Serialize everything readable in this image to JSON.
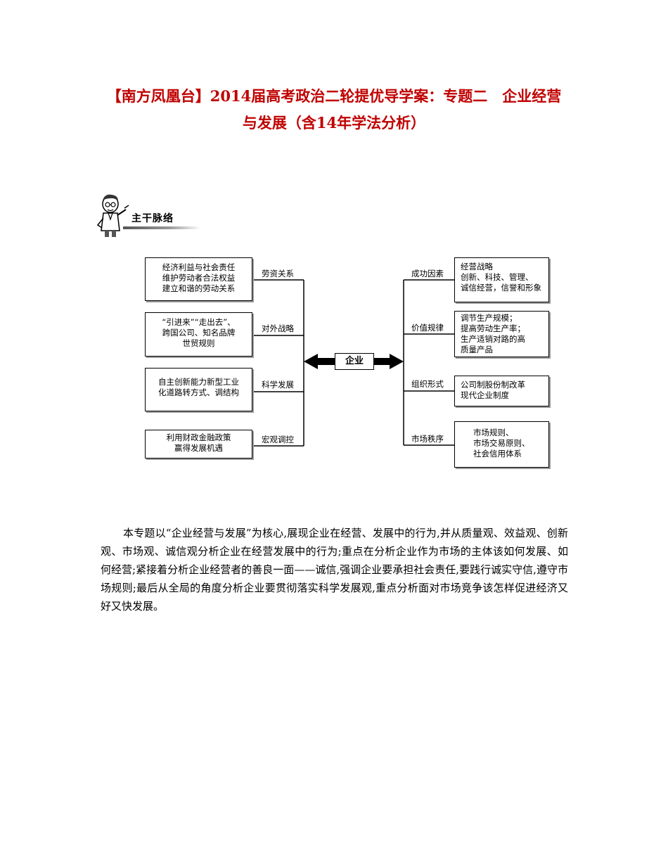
{
  "title": {
    "line1": "【南方凤凰台】2014届高考政治二轮提优导学案：专题二　企业经营",
    "line2": "与发展（含14年学法分析）"
  },
  "section": {
    "label": "主干脉络"
  },
  "diagram": {
    "center": "企业",
    "left": [
      {
        "connector": "劳资关系",
        "lines": [
          "经济利益与社会责任",
          "维护劳动者合法权益",
          "建立和谐的劳动关系"
        ]
      },
      {
        "connector": "对外战略",
        "lines": [
          "“引进来”“走出去”、",
          "跨国公司、知名品牌",
          "世贸规则"
        ]
      },
      {
        "connector": "科学发展",
        "lines": [
          "自主创新能力新型工业",
          "化道路转方式、调结构"
        ]
      },
      {
        "connector": "宏观调控",
        "lines": [
          "利用财政金融政策",
          "赢得发展机遇"
        ]
      }
    ],
    "right": [
      {
        "connector": "成功因素",
        "lines": [
          "经营战略",
          "创新、科技、管理、",
          "诚信经营，信誉和形象"
        ]
      },
      {
        "connector": "价值规律",
        "lines": [
          "调节生产规模；",
          "提高劳动生产率；",
          "生产适销对路的高",
          "质量产品"
        ]
      },
      {
        "connector": "组织形式",
        "lines": [
          "公司制股份制改革",
          "现代企业制度"
        ]
      },
      {
        "connector": "市场秩序",
        "lines": [
          "市场规则、",
          "市场交易原则、",
          "社会信用体系"
        ]
      }
    ]
  },
  "paragraph": "本专题以“企业经营与发展”为核心,展现企业在经营、发展中的行为,并从质量观、效益观、创新观、市场观、诚信观分析企业在经营发展中的行为;重点在分析企业作为市场的主体该如何发展、如何经营;紧接着分析企业经营者的善良一面——诚信,强调企业要承担社会责任,要践行诚实守信,遵守市场规则;最后从全局的角度分析企业要贯彻落实科学发展观,重点分析面对市场竞争该怎样促进经济又好又快发展。"
}
